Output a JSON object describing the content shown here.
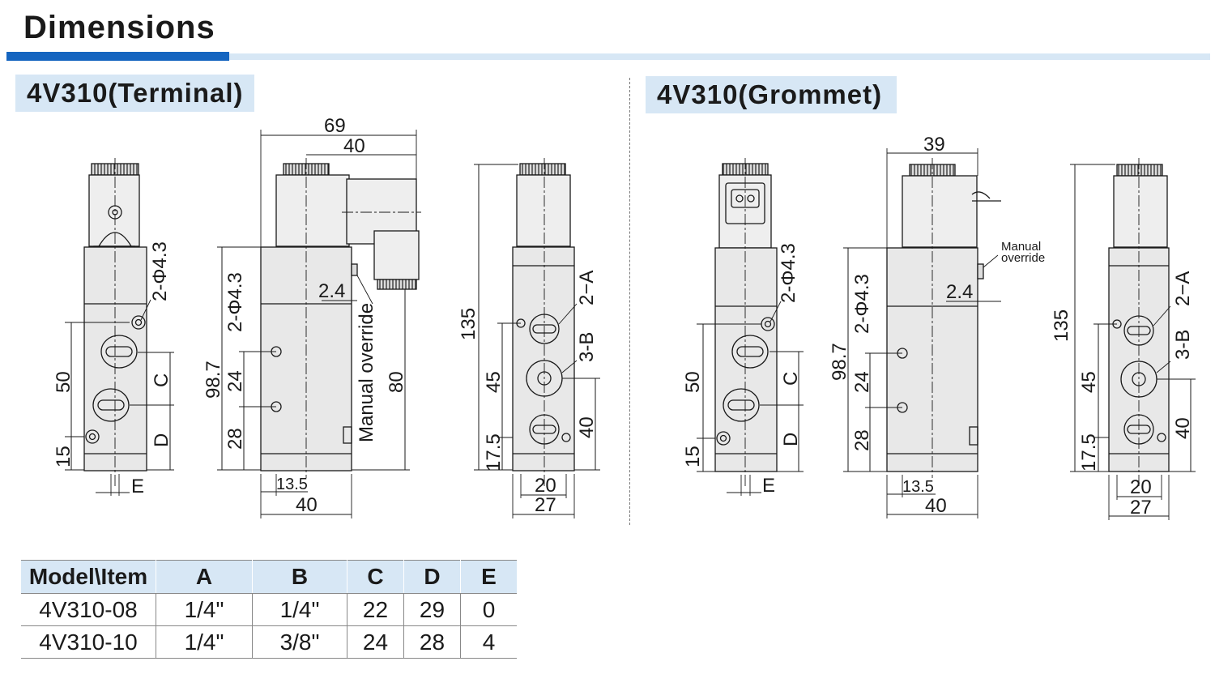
{
  "page": {
    "title": "Dimensions"
  },
  "sections": {
    "left_label": "4V310(Terminal)",
    "right_label": "4V310(Grommet)"
  },
  "drawing_labels": {
    "n69": "69",
    "n40": "40",
    "n39": "39",
    "n135": "135",
    "n98_7": "98.7",
    "n80": "80",
    "n50": "50",
    "n15": "15",
    "n24": "24",
    "n28": "28",
    "n45": "45",
    "n17_5": "17.5",
    "n2_4": "2.4",
    "n13_5": "13.5",
    "n20": "20",
    "n27": "27",
    "hole": "2-Φ4.3",
    "port_a": "2−A",
    "port_b": "3-B",
    "C": "C",
    "D": "D",
    "E": "E",
    "manual_override": "Manual override",
    "manual": "Manual",
    "override": "override"
  },
  "table": {
    "headers": [
      "Model\\Item",
      "A",
      "B",
      "C",
      "D",
      "E"
    ],
    "rows": [
      [
        "4V310-08",
        "1/4\"",
        "1/4\"",
        "22",
        "29",
        "0"
      ],
      [
        "4V310-10",
        "1/4\"",
        "3/8\"",
        "24",
        "28",
        "4"
      ]
    ]
  }
}
